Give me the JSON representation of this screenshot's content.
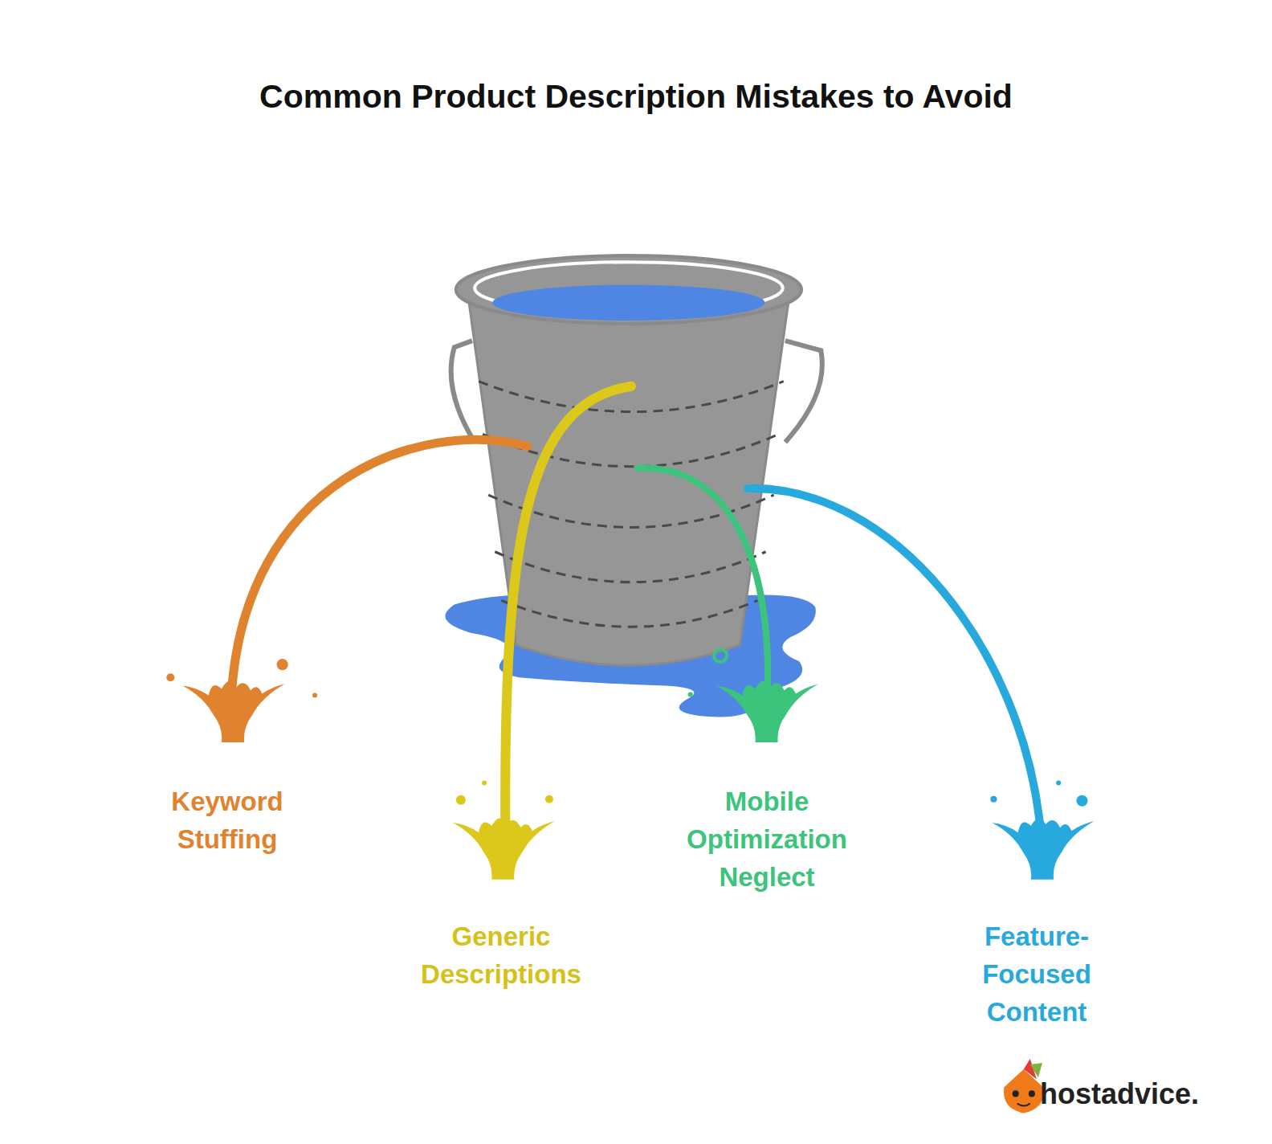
{
  "diagram": {
    "title": "Common Product Description Mistakes to Avoid",
    "labels": [
      "Keyword Stuffing",
      "Generic Descriptions",
      "Mobile Optimization Neglect",
      "Feature-Focused Content",
      "hostadvice."
    ]
  }
}
